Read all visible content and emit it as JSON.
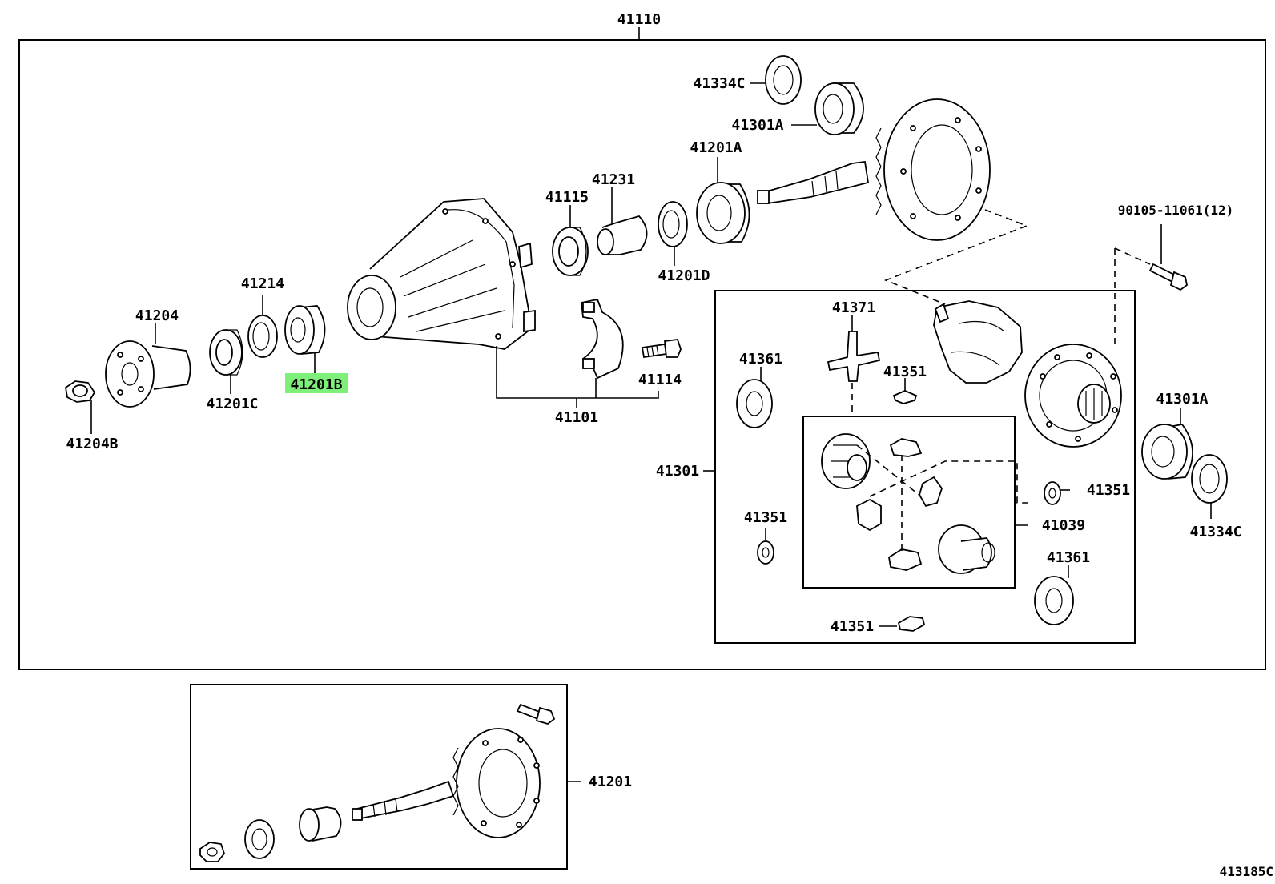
{
  "diagram_code": "413185C",
  "highlight_color": "#7ef07a",
  "labels": {
    "assembly_41110": "41110",
    "p41334c_top": "41334C",
    "p41301a_top": "41301A",
    "p41201a": "41201A",
    "p41231": "41231",
    "p41115": "41115",
    "p41201d": "41201D",
    "p41214": "41214",
    "p41204": "41204",
    "p41201b": "41201B",
    "p41201c": "41201C",
    "p41204b": "41204B",
    "p41114": "41114",
    "p41101": "41101",
    "bolt_90105": "90105-11061(12)",
    "p41371": "41371",
    "p41361_left": "41361",
    "p41351_top": "41351",
    "p41301": "41301",
    "p41351_left": "41351",
    "p41351_right": "41351",
    "p41039": "41039",
    "p41301a_right": "41301A",
    "p41361_right": "41361",
    "p41334c_right": "41334C",
    "p41351_bottom": "41351",
    "p41201": "41201"
  }
}
